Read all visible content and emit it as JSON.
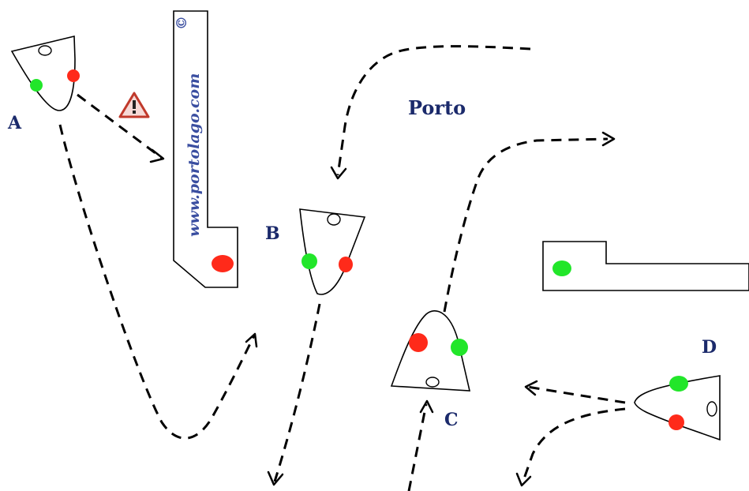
{
  "labels": {
    "a": "A",
    "b": "B",
    "c": "C",
    "d": "D",
    "port": "Porto"
  },
  "watermark": "www.portolago.com",
  "copyright": "©",
  "colors": {
    "port_light": "#ff2a1a",
    "starboard_light": "#22e62a",
    "path": "#000000",
    "label": "#1b2a6b",
    "watermark": "#3a4ea0",
    "warning": "#c0392b"
  },
  "icons": [
    "warning-icon"
  ]
}
